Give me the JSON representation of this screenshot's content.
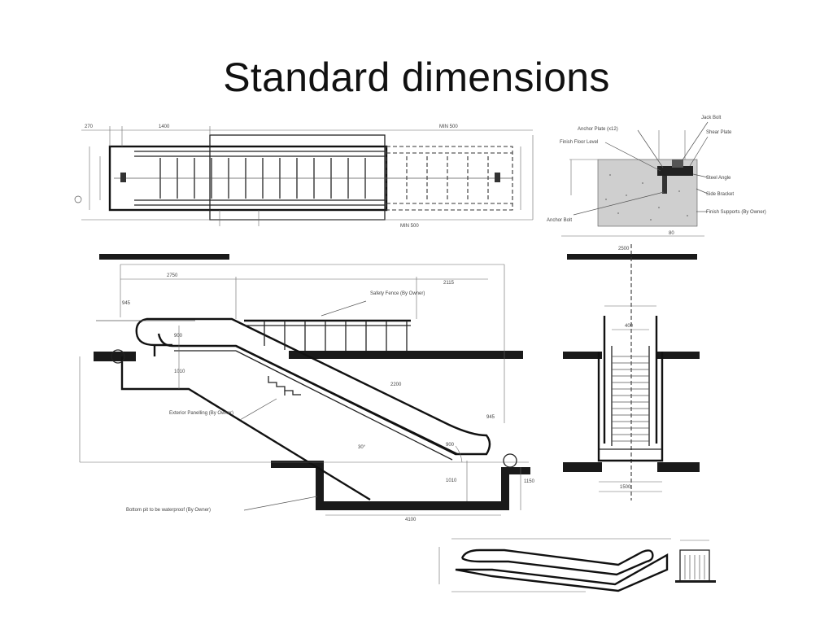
{
  "slide": {
    "title": "Standard dimensions"
  },
  "labels": {
    "plan_top_a": "270",
    "plan_top_b": "1400",
    "plan_top_min": "MIN 500",
    "plan_bot_min": "MIN 500",
    "elev_span": "2750",
    "elev_right": "2115",
    "elev_945": "945",
    "elev_900": "900",
    "elev_1010": "1010",
    "elev_900b": "900",
    "elev_1010b": "1010",
    "elev_4100": "4100",
    "elev_1150": "1150",
    "elev_945b": "945",
    "elev_30deg": "30°",
    "elev_2200": "2200",
    "sec_2500": "2500",
    "sec_400": "400",
    "sec_1500": "1500",
    "inset_dim": "80",
    "note_safety_fence": "Safety Fence (By Owner)",
    "note_exterior_panel": "Exterior Panelling (By Owner)",
    "note_bottom_pit": "Bottom pit to be waterproof (By Owner)",
    "note_anchor_plate": "Anchor Plate (x12)",
    "note_finish_floor": "Finish Floor Level",
    "note_jack_bolt": "Jack Bolt",
    "note_shear_plate": "Shear Plate",
    "note_side_bracket": "Side Bracket",
    "note_steel_angle": "Steel Angle",
    "note_finish_supports": "Finish Supports (By Owner)",
    "note_anchor_bolt": "Anchor Bolt"
  }
}
